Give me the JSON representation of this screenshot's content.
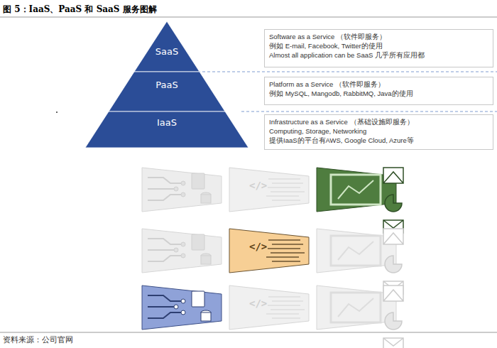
{
  "diagram": {
    "title": "图 5：IaaS、PaaS 和 SaaS 服务图解",
    "caption": "资料来源：公司官网",
    "nodes": [
      {
        "text": [
          "SaaS"
        ]
      },
      {
        "text": [
          "PaaS"
        ]
      },
      {
        "text": [
          "IaaS"
        ]
      },
      {
        "text": [
          "Software as a Service （软件即服务）",
          "例如 E-mail, Facebook, Twitter的使用",
          "Almost all application can be SaaS 几乎所有应用都"
        ]
      },
      {
        "text": [
          "Platform as a Service （软件即服务）",
          "例如 MySQL, Mangodb, RabbitMQ, Java的使用"
        ]
      },
      {
        "text": [
          "Infrastructure as a Service （基础设施即服务）",
          "Computing, Storage, Networking",
          "提供IaaS的平台有AWS, Google Cloud, Azure等"
        ]
      }
    ],
    "labels": [
      "</>",
      "</>",
      "</>"
    ]
  }
}
